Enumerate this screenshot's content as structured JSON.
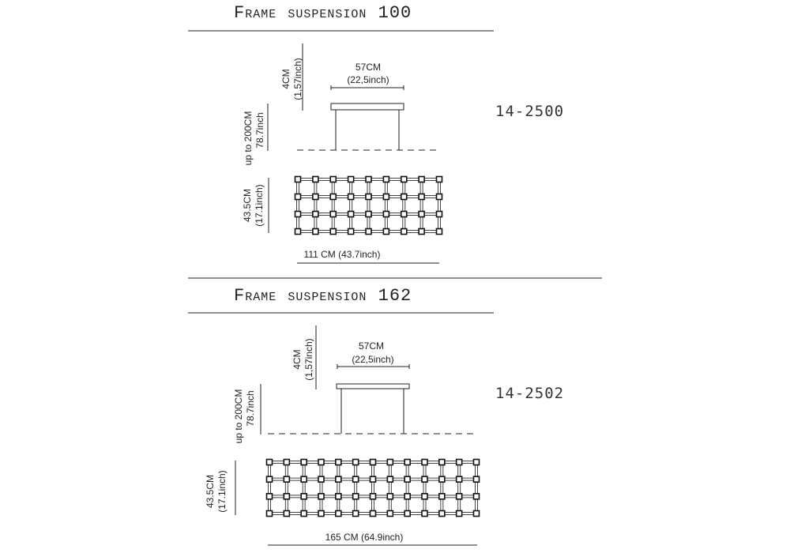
{
  "sections": [
    {
      "title": "Frame suspension 100",
      "code": "14-2500",
      "canopy_height": "4CM",
      "canopy_height_inch": "(1,57inch)",
      "canopy_width": "57CM",
      "canopy_width_inch": "(22,5inch)",
      "drop": "up to 200CM",
      "drop_inch": "78.7inch",
      "frame_depth": "43.5CM",
      "frame_depth_inch": "(17.1inch)",
      "frame_length": "111 CM (43.7inch)",
      "grid_columns": 9,
      "grid_rows": 4
    },
    {
      "title": "Frame suspension 162",
      "code": "14-2502",
      "canopy_height": "4CM",
      "canopy_height_inch": "(1,57inch)",
      "canopy_width": "57CM",
      "canopy_width_inch": "(22,5inch)",
      "drop": "up to 200CM",
      "drop_inch": "78.7inch",
      "frame_depth": "43.5CM",
      "frame_depth_inch": "(17.1inch)",
      "frame_length": "165 CM (64.9inch)",
      "grid_columns": 13,
      "grid_rows": 4
    }
  ]
}
